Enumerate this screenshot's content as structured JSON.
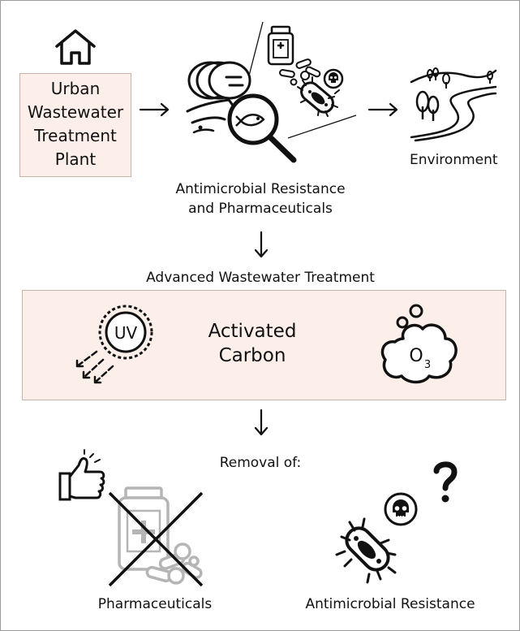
{
  "plant_lines": [
    "Urban",
    "Wastewater",
    "Treatment",
    "Plant"
  ],
  "environment_label": "Environment",
  "amr_pharma_lines": [
    "Antimicrobial Resistance",
    "and Pharmaceuticals"
  ],
  "advanced_label": "Advanced Wastewater Treatment",
  "uv_label": "UV",
  "activated_carbon_lines": [
    "Activated",
    "Carbon"
  ],
  "ozone_label": "O",
  "ozone_sub": "3",
  "removal_label": "Removal of:",
  "pharmaceuticals_label": "Pharmaceuticals",
  "amr_label": "Antimicrobial Resistance",
  "colors": {
    "pink_fill": "#fcefea",
    "pink_border": "#c9b3aa",
    "ink": "#111111",
    "faded": "#b5b5b5"
  },
  "icons": [
    "house-icon",
    "pipe-outflow-icon",
    "magnifier-icon",
    "medicine-bottle-icon",
    "pills-icon",
    "bacteria-icon",
    "skull-icon",
    "landscape-icon",
    "uv-icon",
    "ozone-icon",
    "thumbs-up-icon",
    "question-mark-icon",
    "crossed-medicine-icon"
  ]
}
